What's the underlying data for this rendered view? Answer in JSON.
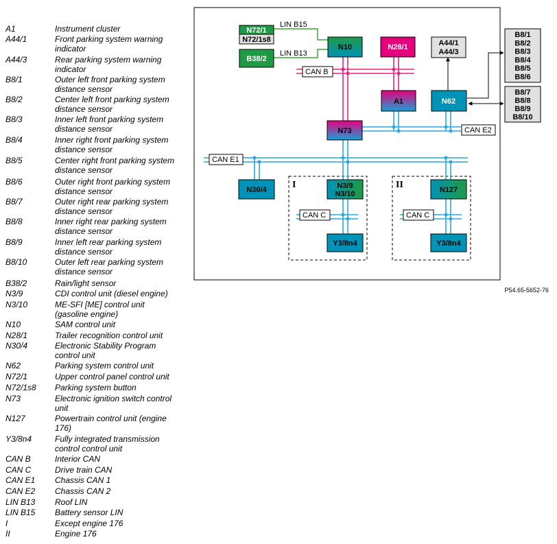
{
  "legend": [
    {
      "code": "A1",
      "desc": "Instrument cluster"
    },
    {
      "code": "A44/1",
      "desc": "Front parking system warning indicator"
    },
    {
      "code": "A44/3",
      "desc": "Rear parking system warning indicator"
    },
    {
      "code": "B8/1",
      "desc": "Outer left front parking system distance sensor"
    },
    {
      "code": "B8/2",
      "desc": "Center left front parking system distance sensor"
    },
    {
      "code": "B8/3",
      "desc": "Inner left front parking system distance sensor"
    },
    {
      "code": "B8/4",
      "desc": "Inner right front parking system distance sensor"
    },
    {
      "code": "B8/5",
      "desc": "Center right front parking system distance sensor"
    },
    {
      "code": "B8/6",
      "desc": "Outer right front parking system distance sensor"
    },
    {
      "code": "B8/7",
      "desc": "Outer right rear parking system distance sensor"
    },
    {
      "code": "B8/8",
      "desc": "Inner right rear parking system distance sensor"
    },
    {
      "code": "B8/9",
      "desc": "Inner left rear parking system distance sensor"
    },
    {
      "code": "B8/10",
      "desc": "Outer left rear parking system distance sensor"
    },
    {
      "code": "B38/2",
      "desc": "Rain/light sensor"
    },
    {
      "code": "N3/9",
      "desc": "CDI control unit (diesel engine)"
    },
    {
      "code": "N3/10",
      "desc": "ME-SFI [ME] control unit (gasoline engine)"
    },
    {
      "code": "N10",
      "desc": "SAM control unit"
    },
    {
      "code": "N28/1",
      "desc": "Trailer recognition control unit"
    },
    {
      "code": "N30/4",
      "desc": "Electronic Stability Program control unit"
    },
    {
      "code": "N62",
      "desc": "Parking system control unit"
    },
    {
      "code": "N72/1",
      "desc": "Upper control panel control unit"
    },
    {
      "code": "N72/1s8",
      "desc": "Parking system button"
    },
    {
      "code": "N73",
      "desc": "Electronic ignition switch control unit"
    },
    {
      "code": "N127",
      "desc": "Powertrain control unit (engine 176)"
    },
    {
      "code": "Y3/8n4",
      "desc": "Fully integrated transmission control control unit"
    },
    {
      "code": "CAN B",
      "desc": "Interior CAN"
    },
    {
      "code": "CAN C",
      "desc": "Drive train CAN"
    },
    {
      "code": "CAN E1",
      "desc": "Chassis CAN 1"
    },
    {
      "code": "CAN E2",
      "desc": "Chassis CAN 2"
    },
    {
      "code": "LIN B13",
      "desc": "Roof LIN"
    },
    {
      "code": "LIN B15",
      "desc": "Battery sensor LIN"
    },
    {
      "code": "I",
      "desc": "Except engine 176"
    },
    {
      "code": "II",
      "desc": "Engine 176"
    }
  ],
  "diagram": {
    "boxes": {
      "n72_1": "N72/1",
      "n72_1s8": "N72/1s8",
      "b38_2": "B38/2",
      "n10": "N10",
      "n28_1": "N28/1",
      "a44": [
        "A44/1",
        "A44/3"
      ],
      "b8_front": [
        "B8/1",
        "B8/2",
        "B8/3",
        "B8/4",
        "B8/5",
        "B8/6"
      ],
      "b8_rear": [
        "B8/7",
        "B8/8",
        "B8/9",
        "B8/10"
      ],
      "a1": "A1",
      "n62": "N62",
      "n73": "N73",
      "n30_4": "N30/4",
      "n3": [
        "N3/9",
        "N3/10"
      ],
      "n127": "N127",
      "y3_left": "Y3/8n4",
      "y3_right": "Y3/8n4"
    },
    "bus_labels": {
      "lin_b15": "LIN B15",
      "lin_b13": "LIN B13",
      "can_b": "CAN B",
      "can_e2": "CAN E2",
      "can_e1": "CAN E1",
      "can_c_left": "CAN C",
      "can_c_right": "CAN C"
    },
    "group_labels": {
      "group_1": "I",
      "group_2": "II"
    },
    "colors": {
      "can_b_bus": "#e8237a",
      "can_e_bus": "#25a9e0",
      "lin_bus": "#36a83a",
      "green": "#1f9a45",
      "magenta": "#e5007e",
      "teal": "#0093b8",
      "grey_box": "#e1e1e1"
    }
  },
  "reference": "P54.65-5652-76"
}
